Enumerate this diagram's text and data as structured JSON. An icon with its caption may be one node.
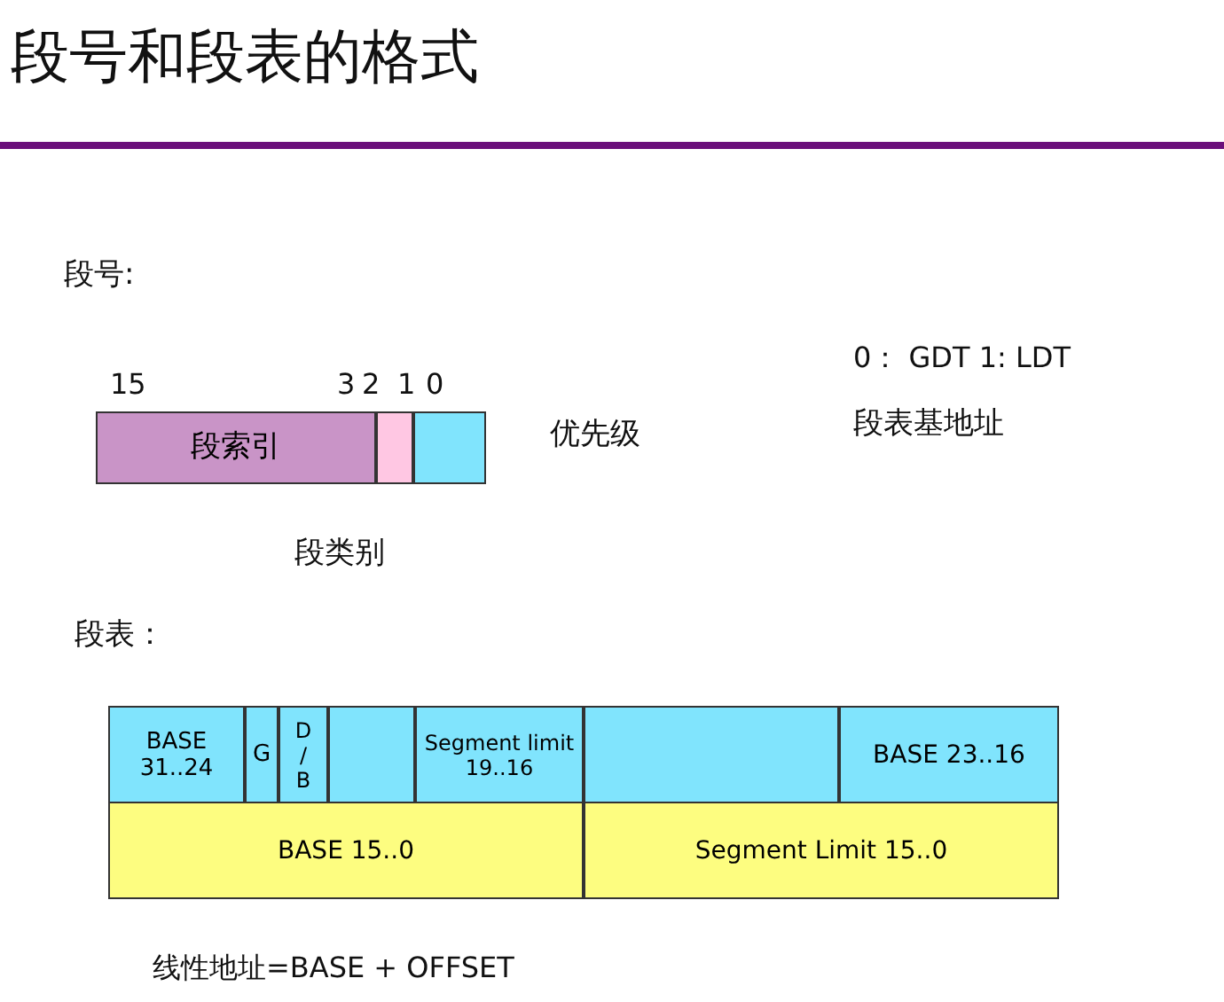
{
  "diagram": {
    "title": "段号和段表的格式",
    "nodes": [
      {
        "text": [
          "段索引"
        ]
      },
      {
        "text": [],
        "shape": "box"
      },
      {
        "text": [],
        "shape": "box"
      },
      {
        "text": [
          "BASE 31..24"
        ]
      },
      {
        "text": [
          "G"
        ]
      },
      {
        "text": [
          "D / B"
        ]
      },
      {
        "text": [],
        "shape": "box"
      },
      {
        "text": [
          "Segment limit 19..16"
        ]
      },
      {
        "text": [],
        "shape": "box"
      },
      {
        "text": [
          "BASE 23..16"
        ]
      },
      {
        "text": [
          "BASE 15..0"
        ]
      },
      {
        "text": [
          "Segment Limit 15..0"
        ]
      }
    ],
    "edges": [],
    "labels": [
      "段号:",
      "0： GDT 1: LDT",
      "15",
      "3",
      "2",
      "1",
      "0",
      "优先级",
      "段表基地址",
      "段类别",
      "段表：",
      "线性地址=BASE + OFFSET"
    ]
  }
}
